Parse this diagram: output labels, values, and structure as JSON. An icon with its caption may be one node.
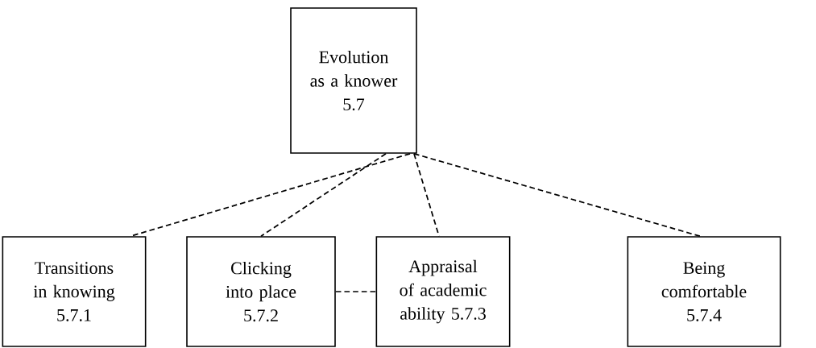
{
  "diagram": {
    "nodes": [
      {
        "text": [
          "Evolution as a knower",
          "5.7"
        ]
      },
      {
        "text": [
          "Transitions in knowing",
          "5.7.1"
        ]
      },
      {
        "text": [
          "Clicking into place",
          "5.7.2"
        ]
      },
      {
        "text": [
          "Appraisal of academic ability 5.7.3"
        ]
      },
      {
        "text": [
          "Being comfortable",
          "5.7.4"
        ]
      }
    ],
    "edges": [
      {
        "from": 0,
        "to": 1,
        "arrow": "none",
        "style": "dashed"
      },
      {
        "from": 0,
        "to": 2,
        "arrow": "none",
        "style": "dashed"
      },
      {
        "from": 0,
        "to": 3,
        "arrow": "none",
        "style": "dashed"
      },
      {
        "from": 0,
        "to": 4,
        "arrow": "none",
        "style": "dashed"
      },
      {
        "from": 2,
        "to": 3,
        "arrow": "none",
        "style": "dashed"
      }
    ]
  }
}
